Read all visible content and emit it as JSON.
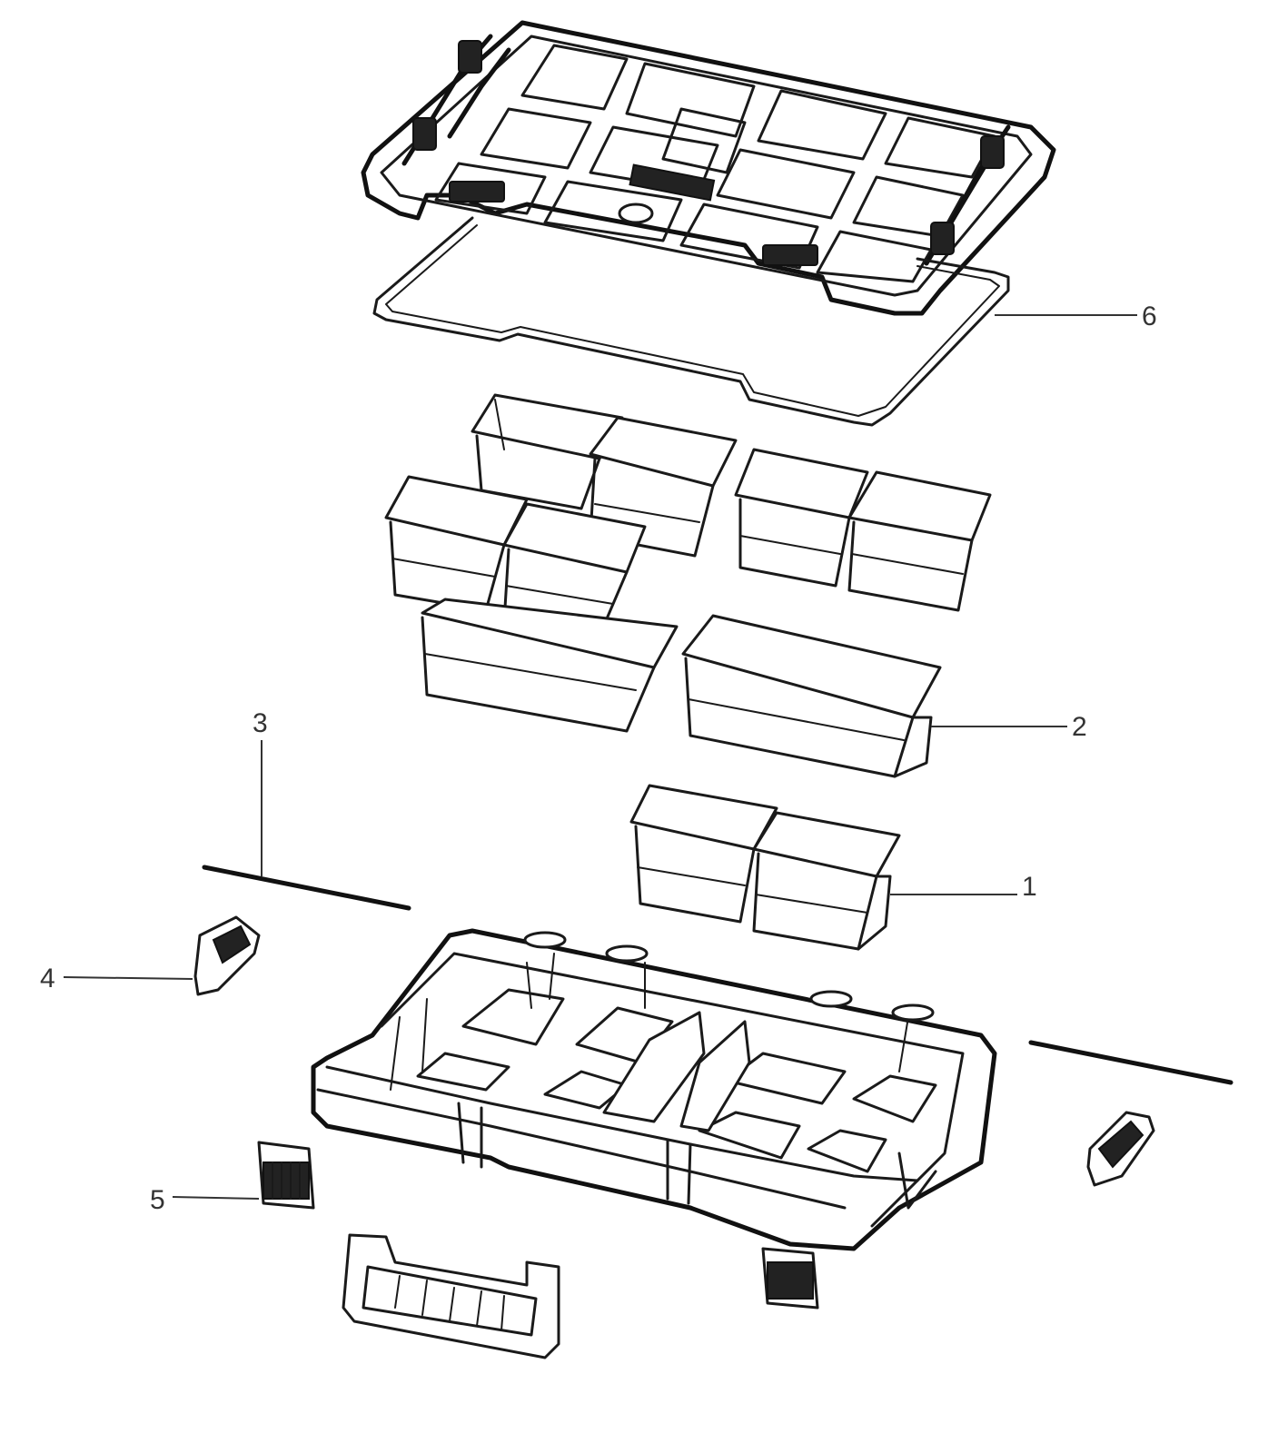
{
  "callouts": [
    {
      "id": "1",
      "label": "1"
    },
    {
      "id": "2",
      "label": "2"
    },
    {
      "id": "3",
      "label": "3"
    },
    {
      "id": "4",
      "label": "4"
    },
    {
      "id": "5",
      "label": "5"
    },
    {
      "id": "6",
      "label": "6"
    }
  ],
  "colors": {
    "line": "#1a1a1a",
    "background": "#ffffff",
    "callout": "#333333"
  }
}
